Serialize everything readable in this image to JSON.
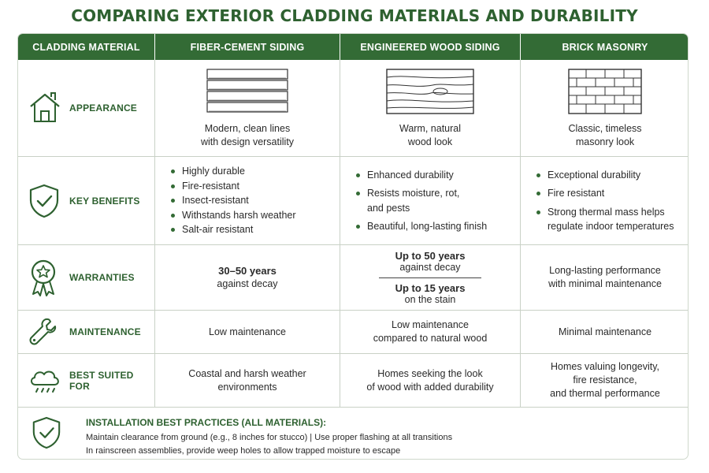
{
  "title": "COMPARING EXTERIOR CLADDING MATERIALS AND DURABILITY",
  "header": {
    "col0": "CLADDING MATERIAL",
    "col1": "FIBER-CEMENT SIDING",
    "col2": "ENGINEERED WOOD SIDING",
    "col3": "BRICK MASONRY"
  },
  "rows": {
    "appearance": {
      "label": "APPEARANCE",
      "icon": "house-icon",
      "fiber": [
        "Modern, clean lines",
        "with design versatility"
      ],
      "wood": [
        "Warm, natural",
        "wood look"
      ],
      "brick": [
        "Classic, timeless",
        "masonry look"
      ]
    },
    "benefits": {
      "label": "KEY BENEFITS",
      "icon": "shield-check-icon",
      "fiber": [
        "Highly durable",
        "Fire-resistant",
        "Insect-resistant",
        "Withstands harsh weather",
        "Salt-air resistant"
      ],
      "wood": [
        "Enhanced durability",
        "Resists moisture, rot,",
        "and pests",
        "Beautiful, long-lasting finish"
      ],
      "brick": [
        "Exceptional durability",
        "Fire resistant",
        "Strong thermal mass helps",
        "regulate indoor temperatures"
      ]
    },
    "warranties": {
      "label": "WARRANTIES",
      "icon": "award-ribbon-icon",
      "fiber": {
        "strong": "30–50 years",
        "sub": "against decay"
      },
      "wood": {
        "strong1": "Up to 50 years",
        "sub1": "against decay",
        "strong2": "Up to 15 years",
        "sub2": "on the stain"
      },
      "brick": [
        "Long-lasting performance",
        "with minimal maintenance"
      ]
    },
    "maintenance": {
      "label": "MAINTENANCE",
      "icon": "wrench-icon",
      "fiber": "Low maintenance",
      "wood": [
        "Low maintenance",
        "compared to natural wood"
      ],
      "brick": "Minimal maintenance"
    },
    "suited": {
      "label": "BEST SUITED FOR",
      "icon": "rain-cloud-icon",
      "fiber": [
        "Coastal and harsh weather",
        "environments"
      ],
      "wood": [
        "Homes seeking the look",
        "of wood with added durability"
      ],
      "brick": [
        "Homes valuing longevity,",
        "fire resistance,",
        "and thermal performance"
      ]
    }
  },
  "installation": {
    "icon": "shield-check-icon",
    "title": "INSTALLATION BEST PRACTICES (ALL MATERIALS):",
    "line1": "Maintain clearance from ground (e.g., 8 inches for stucco)  |  Use proper flashing at all transitions",
    "line2": "In rainscreen assemblies, provide weep holes to allow trapped moisture to escape"
  },
  "colors": {
    "brand_green": "#336b35",
    "label_green": "#2e6130",
    "grid": "#c9d1c6"
  }
}
